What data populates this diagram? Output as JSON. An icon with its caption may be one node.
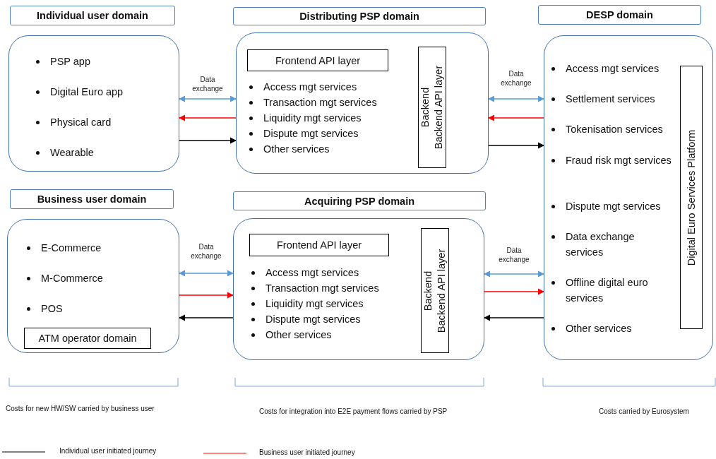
{
  "diagram": {
    "nodes": [
      {
        "text": [
          "Individual user domain"
        ]
      },
      {
        "text": [
          "PSP app",
          "Digital Euro app",
          "Physical card",
          "Wearable"
        ]
      },
      {
        "text": [
          "Distributing PSP domain"
        ]
      },
      {
        "text": [
          "Access mgt services",
          "Transaction mgt services",
          "Liquidity mgt services",
          "Dispute mgt services",
          "Other services"
        ]
      },
      {
        "text": [
          "Frontend API layer"
        ],
        "in": 3
      },
      {
        "text": [
          "Backend",
          "Backend API layer"
        ],
        "in": 3
      },
      {
        "text": [
          "DESP domain"
        ]
      },
      {
        "text": [
          "Access mgt services",
          "Settlement services",
          "Tokenisation services",
          "Fraud risk mgt services",
          "Dispute mgt services",
          "Data exchange services",
          "Offline digital euro services",
          "Other services"
        ]
      },
      {
        "text": [
          "Digital Euro Services Platform"
        ],
        "in": 7
      },
      {
        "text": [
          "Business user domain"
        ]
      },
      {
        "text": [
          "E-Commerce",
          "M-Commerce",
          "POS"
        ]
      },
      {
        "text": [
          "ATM operator domain"
        ],
        "in": 10
      },
      {
        "text": [
          "Acquiring PSP domain"
        ]
      },
      {
        "text": [
          "Access mgt services",
          "Transaction mgt services",
          "Liquidity mgt services",
          "Dispute mgt services",
          "Other services"
        ]
      },
      {
        "text": [
          "Frontend API layer"
        ],
        "in": 13
      },
      {
        "text": [
          "Backend",
          "Backend API layer"
        ],
        "in": 13
      }
    ],
    "edges": [
      {
        "from": 1,
        "to": 3,
        "arrow": "both",
        "label": "Data exchange",
        "color": "#5b9bd5"
      },
      {
        "from": 3,
        "to": 1,
        "arrow": "to",
        "color": "#ff0000"
      },
      {
        "from": 1,
        "to": 3,
        "arrow": "to",
        "color": "#000000"
      },
      {
        "from": 3,
        "to": 7,
        "arrow": "both",
        "label": "Data exchange",
        "color": "#5b9bd5"
      },
      {
        "from": 7,
        "to": 3,
        "arrow": "to",
        "color": "#ff0000"
      },
      {
        "from": 3,
        "to": 7,
        "arrow": "to",
        "color": "#000000"
      },
      {
        "from": 10,
        "to": 13,
        "arrow": "both",
        "label": "Data exchange",
        "color": "#5b9bd5"
      },
      {
        "from": 10,
        "to": 13,
        "arrow": "to",
        "color": "#ff0000"
      },
      {
        "from": 13,
        "to": 10,
        "arrow": "to",
        "color": "#000000"
      },
      {
        "from": 13,
        "to": 7,
        "arrow": "both",
        "label": "Data exchange",
        "color": "#5b9bd5"
      },
      {
        "from": 13,
        "to": 7,
        "arrow": "to",
        "color": "#ff0000"
      },
      {
        "from": 7,
        "to": 13,
        "arrow": "to",
        "color": "#000000"
      }
    ],
    "labels": [
      "Costs  for new HW/SW carried by business user",
      "Costs  for integration into E2E payment flows carried by PSP",
      "Costs carried by Eurosystem"
    ],
    "legend": [
      {
        "text": "Individual user initiated journey"
      },
      {
        "text": "Business  user initiated journey"
      }
    ]
  }
}
